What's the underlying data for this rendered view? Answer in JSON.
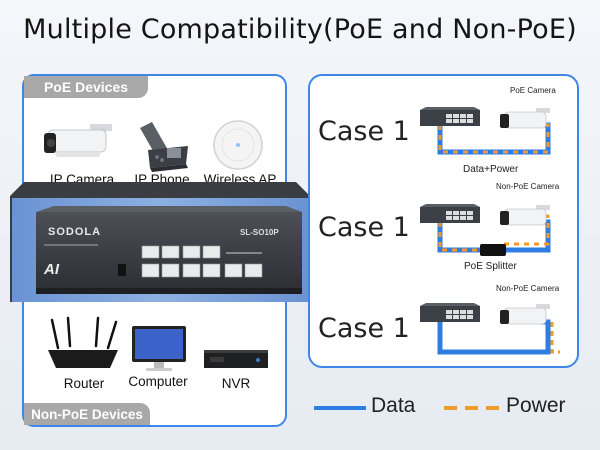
{
  "title": "Multiple Compatibility(PoE and Non-PoE)",
  "poe_section": {
    "tag": "PoE Devices",
    "devices": [
      {
        "label": "IP Camera",
        "icon": "ip-camera-icon"
      },
      {
        "label": "IP Phone",
        "icon": "ip-phone-icon"
      },
      {
        "label": "Wireless AP",
        "icon": "wireless-ap-icon"
      }
    ]
  },
  "nonpoe_section": {
    "tag": "Non-PoE Devices",
    "devices": [
      {
        "label": "Router",
        "icon": "router-icon"
      },
      {
        "label": "Computer",
        "icon": "computer-icon"
      },
      {
        "label": "NVR",
        "icon": "nvr-icon"
      }
    ]
  },
  "switch": {
    "brand": "SODOLA",
    "model": "SL-SO10P",
    "badge": "AI"
  },
  "cases": [
    {
      "label": "Case 1",
      "device": "PoE Camera",
      "connection": "Data+Power"
    },
    {
      "label": "Case 1",
      "device": "Non-PoE Camera",
      "connection": "PoE Splitter"
    },
    {
      "label": "Case 1",
      "device": "Non-PoE Camera",
      "connection": ""
    }
  ],
  "legend": {
    "data": {
      "label": "Data",
      "color": "#2f7de1"
    },
    "power": {
      "label": "Power",
      "color": "#f39a2c"
    }
  }
}
